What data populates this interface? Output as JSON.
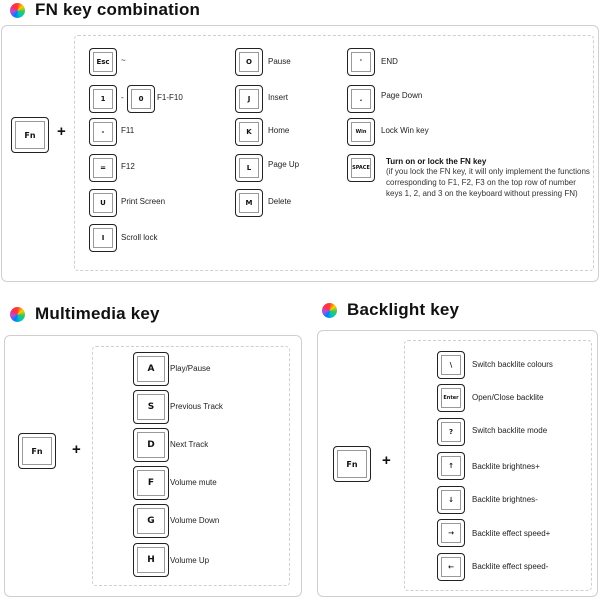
{
  "fn_section": {
    "title": "FN key combination",
    "fn_key": "Fn",
    "plus": "+",
    "col1": [
      {
        "key": "Esc",
        "label": "~"
      },
      {
        "key": "1",
        "key2": "0",
        "dash": "-",
        "label": "F1-F10"
      },
      {
        "key": "-",
        "label": "F11"
      },
      {
        "key": "=",
        "label": "F12"
      },
      {
        "key": "U",
        "label": "Print Screen"
      },
      {
        "key": "I",
        "label": "Scroll lock"
      }
    ],
    "col2": [
      {
        "key": "O",
        "label": "Pause"
      },
      {
        "key": "J",
        "label": "Insert"
      },
      {
        "key": "K",
        "label": "Home"
      },
      {
        "key": "L",
        "label": "Page Up"
      },
      {
        "key": "M",
        "label": "Delete"
      }
    ],
    "col3": [
      {
        "key": "'",
        "label": "END"
      },
      {
        "key": ".",
        "label": "Page Down"
      },
      {
        "key": "Win",
        "label": "Lock Win key"
      },
      {
        "key": "SPACE",
        "label": "Turn on or lock the FN key",
        "note": "(if you lock the FN key, it will only implement the functions corresponding to F1, F2, F3 on the top row of number keys 1, 2, and 3 on the keyboard without pressing FN)"
      }
    ]
  },
  "multimedia_section": {
    "title": "Multimedia key",
    "fn_key": "Fn",
    "plus": "+",
    "items": [
      {
        "key": "A",
        "label": "Play/Pause"
      },
      {
        "key": "S",
        "label": "Previous Track"
      },
      {
        "key": "D",
        "label": "Next Track"
      },
      {
        "key": "F",
        "label": "Volume mute"
      },
      {
        "key": "G",
        "label": "Volume Down"
      },
      {
        "key": "H",
        "label": "Volume Up"
      }
    ]
  },
  "backlight_section": {
    "title": "Backlight key",
    "fn_key": "Fn",
    "plus": "+",
    "items": [
      {
        "key": "\\",
        "label": "Switch backlite colours"
      },
      {
        "key": "Enter",
        "label": "Open/Close backlite"
      },
      {
        "key": "?",
        "label": "Switch backlite mode"
      },
      {
        "key": "↑",
        "label": "Backlite brightnes+"
      },
      {
        "key": "↓",
        "label": "Backlite brightnes-"
      },
      {
        "key": "→",
        "label": "Backlite effect speed+"
      },
      {
        "key": "←",
        "label": "Backlite effect speed-"
      }
    ]
  }
}
